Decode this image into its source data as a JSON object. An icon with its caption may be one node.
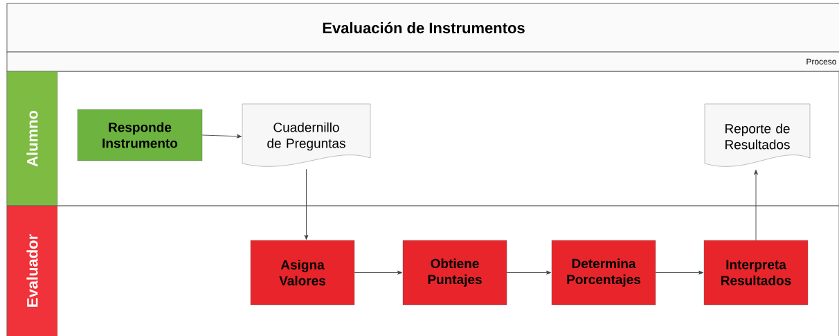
{
  "diagram": {
    "title": "Evaluación de Instrumentos",
    "nodes": [
      {
        "text": [
          "Alumno"
        ]
      },
      {
        "text": [
          "Responde Instrumento"
        ],
        "in": 0
      },
      {
        "text": [
          "Cuadernillo de Preguntas"
        ],
        "in": 0
      },
      {
        "text": [
          "Reporte de Resultados"
        ],
        "in": 0
      },
      {
        "text": [
          "Evaluador"
        ]
      },
      {
        "text": [
          "Asigna Valores"
        ],
        "in": 4
      },
      {
        "text": [
          "Obtiene Puntajes"
        ],
        "in": 4
      },
      {
        "text": [
          "Determina Porcentajes"
        ],
        "in": 4
      },
      {
        "text": [
          "Interpreta Resultados"
        ],
        "in": 4
      }
    ],
    "edges": [
      {
        "from": 1,
        "to": 2,
        "arrow": "to"
      },
      {
        "from": 2,
        "to": 5,
        "arrow": "to"
      },
      {
        "from": 5,
        "to": 6,
        "arrow": "to"
      },
      {
        "from": 6,
        "to": 7,
        "arrow": "to"
      },
      {
        "from": 7,
        "to": 8,
        "arrow": "to"
      },
      {
        "from": 8,
        "to": 3,
        "arrow": "to"
      }
    ],
    "labels": [
      "Proceso"
    ]
  }
}
